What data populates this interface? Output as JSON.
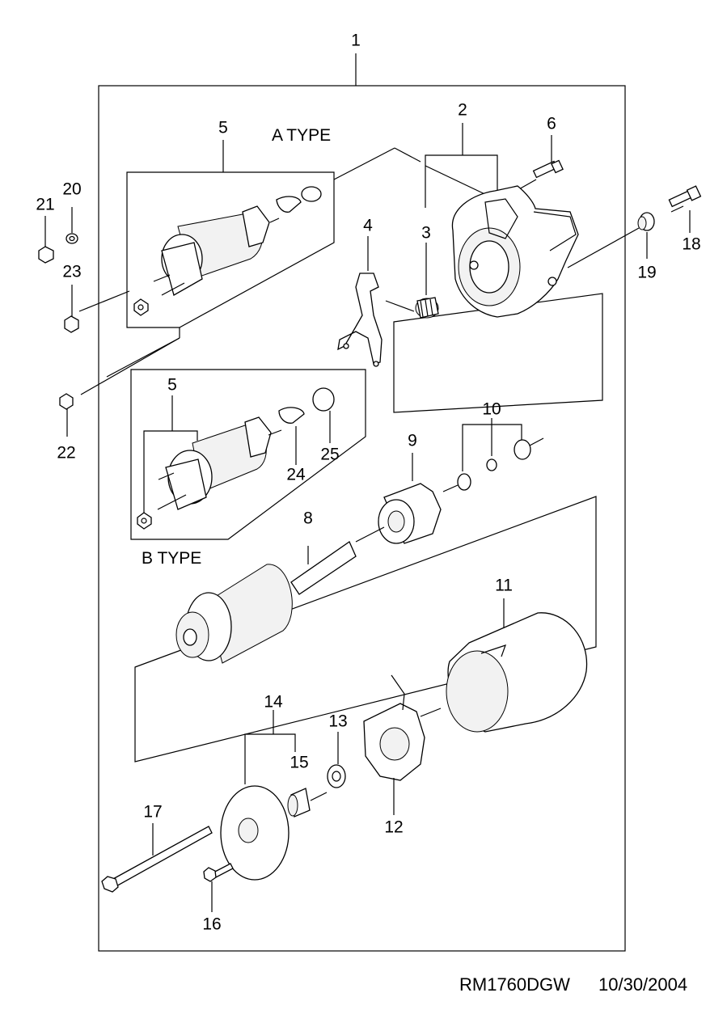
{
  "labels": {
    "p1": "1",
    "p2": "2",
    "p3": "3",
    "p4": "4",
    "p5a": "5",
    "p5b": "5",
    "p6": "6",
    "p8": "8",
    "p9": "9",
    "p10": "10",
    "p11": "11",
    "p12": "12",
    "p13": "13",
    "p14": "14",
    "p15": "15",
    "p16": "16",
    "p17": "17",
    "p18": "18",
    "p19": "19",
    "p20": "20",
    "p21": "21",
    "p22": "22",
    "p23": "23",
    "p24": "24",
    "p25": "25"
  },
  "types": {
    "a": "A TYPE",
    "b": "B TYPE"
  },
  "footer": {
    "code": "RM1760DGW",
    "date": "10/30/2004"
  }
}
